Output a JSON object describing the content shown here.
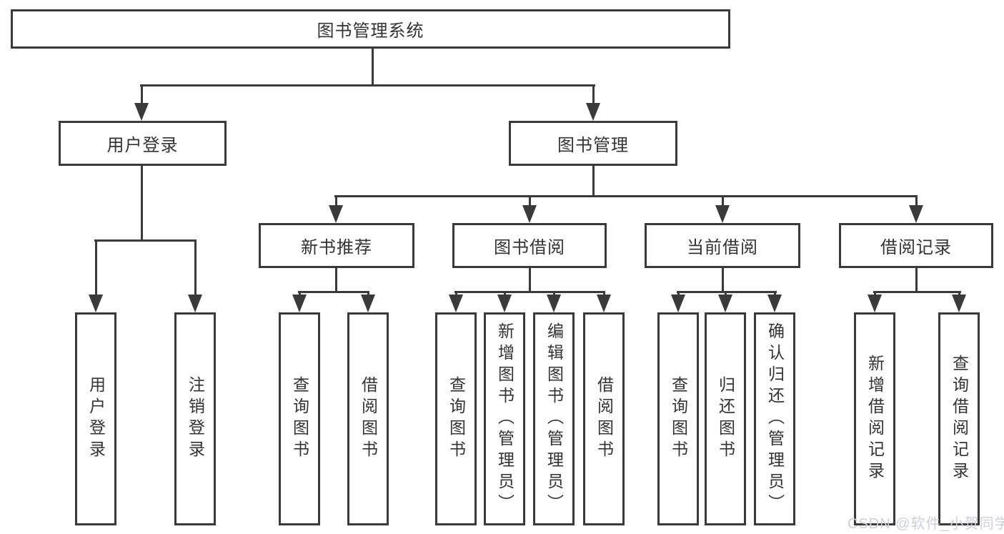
{
  "tree": {
    "root": {
      "label": "图书管理系统",
      "children": [
        {
          "label": "用户登录",
          "children": [
            {
              "label": "用户登录"
            },
            {
              "label": "注销登录"
            }
          ]
        },
        {
          "label": "图书管理",
          "children": [
            {
              "label": "新书推荐",
              "children": [
                {
                  "label": "查询图书"
                },
                {
                  "label": "借阅图书"
                }
              ]
            },
            {
              "label": "图书借阅",
              "children": [
                {
                  "label": "查询图书"
                },
                {
                  "label": "新增图书（管理员）"
                },
                {
                  "label": "编辑图书（管理员）"
                },
                {
                  "label": "借阅图书"
                }
              ]
            },
            {
              "label": "当前借阅",
              "children": [
                {
                  "label": "查询图书"
                },
                {
                  "label": "归还图书"
                },
                {
                  "label": "确认归还（管理员）"
                }
              ]
            },
            {
              "label": "借阅记录",
              "children": [
                {
                  "label": "新增借阅记录"
                },
                {
                  "label": "查询借阅记录"
                }
              ]
            }
          ]
        }
      ]
    }
  },
  "watermark": {
    "text": "CSDN @软件_小贺同学"
  },
  "colors": {
    "line": "#3a3a3a",
    "text": "#333333",
    "watermark": "#cdd0d6",
    "background": "#ffffff"
  }
}
